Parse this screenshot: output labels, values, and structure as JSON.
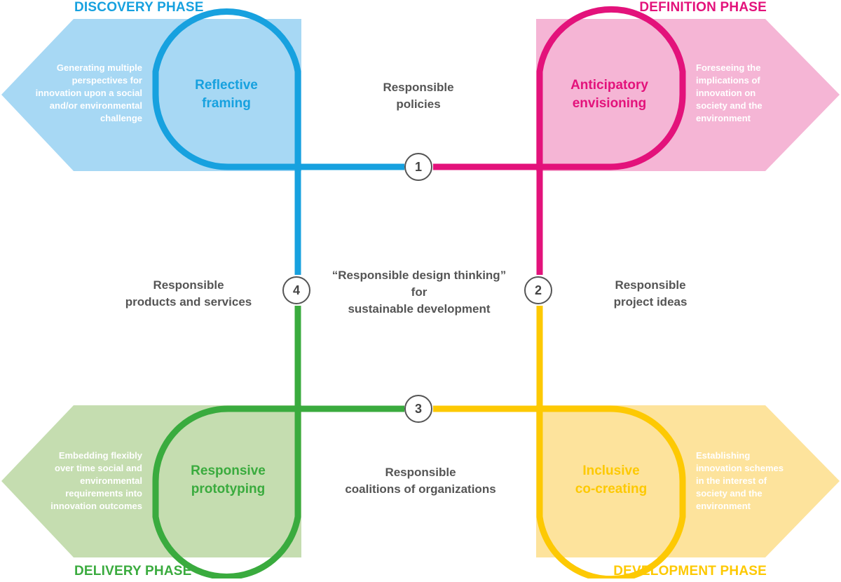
{
  "colors": {
    "discovery": "#17a1df",
    "definition": "#e3127b",
    "delivery": "#3aab3e",
    "development": "#fdc903",
    "discovery_light": "#a7d8f4",
    "definition_light": "#f5b5d5",
    "delivery_light": "#c5ddb0",
    "development_light": "#fde39c",
    "text_grey": "#555555"
  },
  "phases": {
    "discovery": "DISCOVERY PHASE",
    "definition": "DEFINITION PHASE",
    "delivery": "DELIVERY PHASE",
    "development": "DEVELOPMENT PHASE"
  },
  "stages": {
    "reflective_framing": {
      "title": [
        "Reflective",
        "framing"
      ],
      "description": [
        "Generating multiple",
        "perspectives for",
        "innovation upon a social",
        "and/or environmental",
        "challenge"
      ]
    },
    "anticipatory_envisioning": {
      "title": [
        "Anticipatory",
        "envisioning"
      ],
      "description": [
        "Foreseeing the",
        "implications of",
        "innovation on",
        "society and the",
        "environment"
      ]
    },
    "responsive_prototyping": {
      "title": [
        "Responsive",
        "prototyping"
      ],
      "description": [
        "Embedding flexibly",
        "over time social and",
        "environmental",
        "requirements into",
        "innovation outcomes"
      ]
    },
    "inclusive_cocreating": {
      "title": [
        "Inclusive",
        "co-creating"
      ],
      "description": [
        "Establishing",
        "innovation schemes",
        "in the interest of",
        "society and the",
        "environment"
      ]
    }
  },
  "outcomes": {
    "policies": [
      "Responsible",
      "policies"
    ],
    "project_ideas": [
      "Responsible",
      "project ideas"
    ],
    "coalitions": [
      "Responsible",
      "coalitions of organizations"
    ],
    "products_services": [
      "Responsible",
      "products and services"
    ]
  },
  "center": [
    "“Responsible design thinking”",
    "for",
    "sustainable development"
  ],
  "numbers": {
    "n1": "1",
    "n2": "2",
    "n3": "3",
    "n4": "4"
  }
}
